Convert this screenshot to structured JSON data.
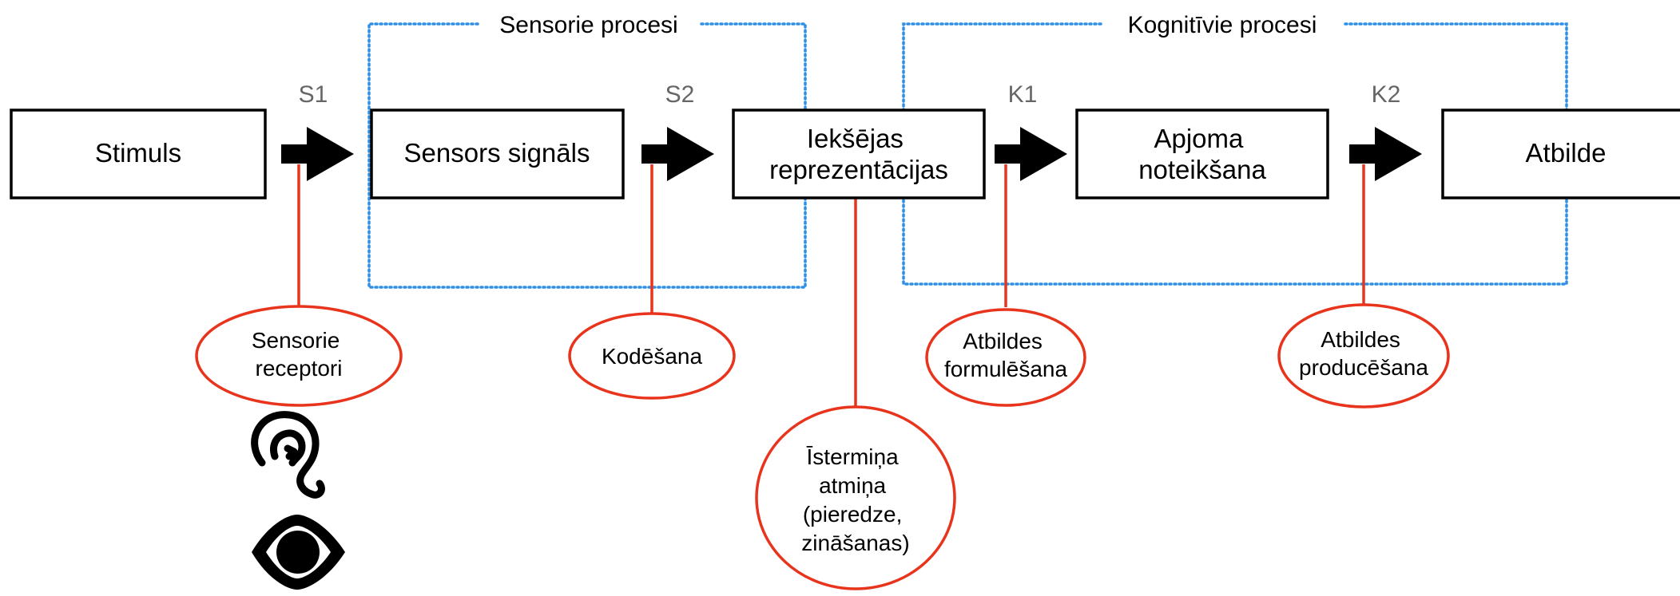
{
  "groups": {
    "sensory": {
      "label": "Sensorie procesi"
    },
    "cognitive": {
      "label": "Kognitīvie procesi"
    }
  },
  "stages": {
    "stimulus": {
      "lines": [
        "Stimuls"
      ]
    },
    "sensor_signal": {
      "lines": [
        "Sensors signāls"
      ]
    },
    "internal_repr": {
      "lines": [
        "Iekšējas",
        "reprezentācijas"
      ]
    },
    "scope": {
      "lines": [
        "Apjoma",
        "noteikšana"
      ]
    },
    "response": {
      "lines": [
        "Atbilde"
      ]
    }
  },
  "steps": {
    "s1": "S1",
    "s2": "S2",
    "k1": "K1",
    "k2": "K2"
  },
  "processes": {
    "receptors": {
      "lines": [
        "Sensorie",
        "receptori"
      ]
    },
    "coding": {
      "lines": [
        "Kodēšana"
      ]
    },
    "formulation": {
      "lines": [
        "Atbildes",
        "formulēšana"
      ]
    },
    "production": {
      "lines": [
        "Atbildes",
        "producēšana"
      ]
    },
    "memory": {
      "lines": [
        "Īstermiņa",
        "atmiņa",
        "(pieredze,",
        "zināšanas)"
      ]
    }
  },
  "icons": [
    "ear-icon",
    "eye-icon"
  ],
  "colors": {
    "box_stroke": "#000000",
    "arrow": "#000000",
    "connector": "#e8341c",
    "group_border": "#2f8fe6",
    "step_label": "#666666"
  }
}
